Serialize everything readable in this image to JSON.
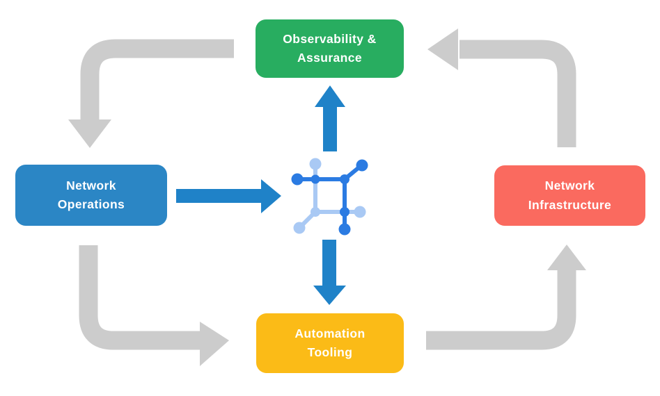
{
  "diagram": {
    "title": "",
    "background": "#ffffff",
    "nodes": [
      {
        "id": "observability-assurance",
        "label": "Observability &\nAssurance",
        "color": "#28AD60"
      },
      {
        "id": "network-operations",
        "label": "Network\nOperations",
        "color": "#2B86C5"
      },
      {
        "id": "network-infrastructure",
        "label": "Network\nInfrastructure",
        "color": "#FA6A5F"
      },
      {
        "id": "automation-tooling",
        "label": "Automation\nTooling",
        "color": "#FBBB17"
      }
    ],
    "center_icon": "network-mesh-icon",
    "arrows": [
      {
        "from": "observability-assurance",
        "to": "network-operations",
        "style": "gray-elbow",
        "direction": "down"
      },
      {
        "from": "network-operations",
        "to": "automation-tooling",
        "style": "gray-elbow",
        "direction": "right"
      },
      {
        "from": "automation-tooling",
        "to": "network-infrastructure",
        "style": "gray-elbow",
        "direction": "up"
      },
      {
        "from": "network-infrastructure",
        "to": "observability-assurance",
        "style": "gray-elbow",
        "direction": "left"
      },
      {
        "from": "network-operations",
        "to": "center-icon",
        "style": "blue-straight",
        "direction": "right"
      },
      {
        "from": "center-icon",
        "to": "observability-assurance",
        "style": "blue-straight",
        "direction": "up"
      },
      {
        "from": "center-icon",
        "to": "automation-tooling",
        "style": "blue-straight",
        "direction": "down"
      }
    ],
    "colors": {
      "page_bg": "#ffffff",
      "arrow_gray": "#cccccc",
      "arrow_blue": "#1f82c8",
      "icon_dark_blue": "#2b7be2",
      "icon_light_blue": "#a9c9f4"
    }
  }
}
